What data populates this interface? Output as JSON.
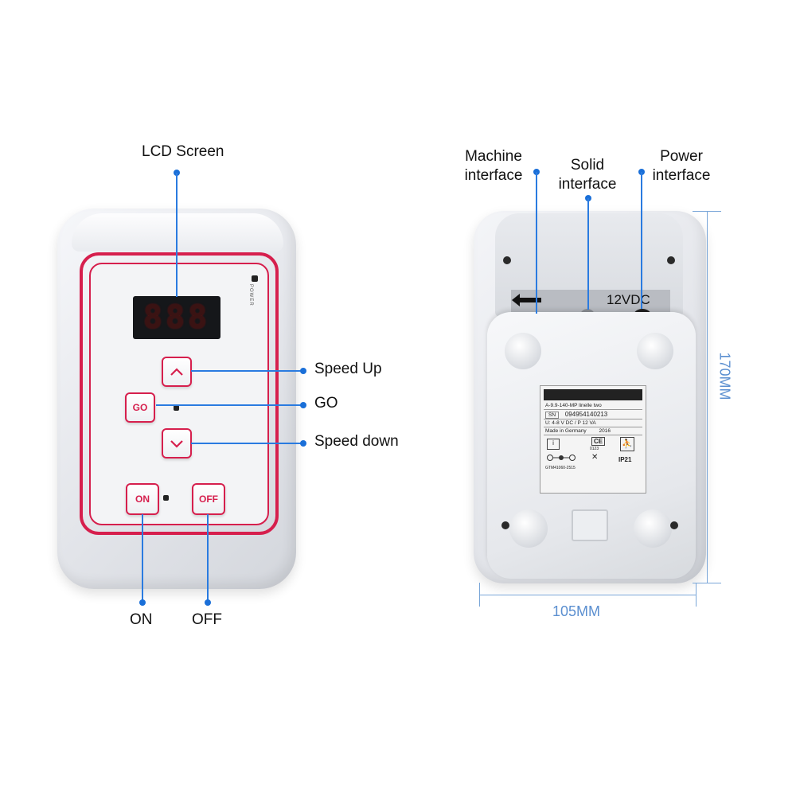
{
  "front": {
    "labels": {
      "lcd_screen": "LCD Screen",
      "speed_up": "Speed Up",
      "go": "GO",
      "speed_down": "Speed down",
      "on": "ON",
      "off": "OFF"
    },
    "device": {
      "display_text": "888",
      "power_text": "POWER",
      "go_button": "GO",
      "on_button": "ON",
      "off_button": "OFF"
    }
  },
  "back": {
    "labels": {
      "machine_interface_1": "Machine",
      "machine_interface_2": "interface",
      "solid_interface_1": "Solid",
      "solid_interface_2": "interface",
      "power_interface_1": "Power",
      "power_interface_2": "interface"
    },
    "strip_text": "12VDC",
    "sticker": {
      "model": "A-9.9-140-MP linelle two",
      "sn_label": "SN",
      "sn_value": "094954140213",
      "voltage": "U: 4-8 V DC / P    12 VA",
      "made_in": "Made in Germany",
      "year": "2016",
      "ce": "CE",
      "ce_num": "0123",
      "ip": "IP21",
      "code": "GTM41060-2515"
    },
    "dimensions": {
      "height": "170MM",
      "width": "105MM"
    }
  },
  "colors": {
    "accent_red": "#d61f4d",
    "callout_blue": "#2a7be0",
    "dimension_blue": "#5b8fd0"
  }
}
